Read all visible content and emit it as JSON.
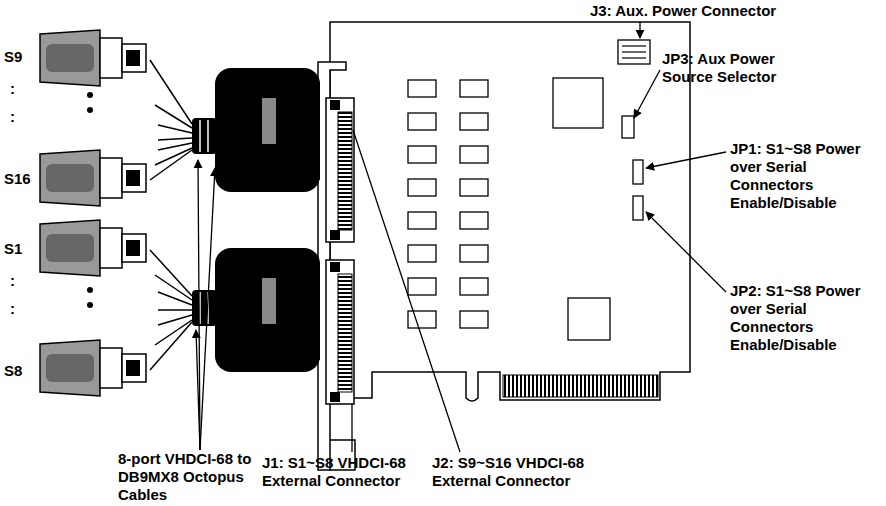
{
  "diagram": {
    "labels": [
      "J3: Aux. Power Connector",
      "JP3: Aux Power Source Selector",
      "JP1: S1~S8 Power over Serial Connectors Enable/Disable",
      "JP2: S1~S8 Power over Serial Connectors Enable/Disable",
      "S9",
      ":",
      ":",
      "S16",
      "S1",
      ":",
      ":",
      "S8",
      "8-port VHDCI-68 to DB9MX8 Octopus Cables",
      "J1: S1~S8 VHDCI-68 External Connector",
      "J2: S9~S16 VHDCI-68 External Connector"
    ]
  }
}
